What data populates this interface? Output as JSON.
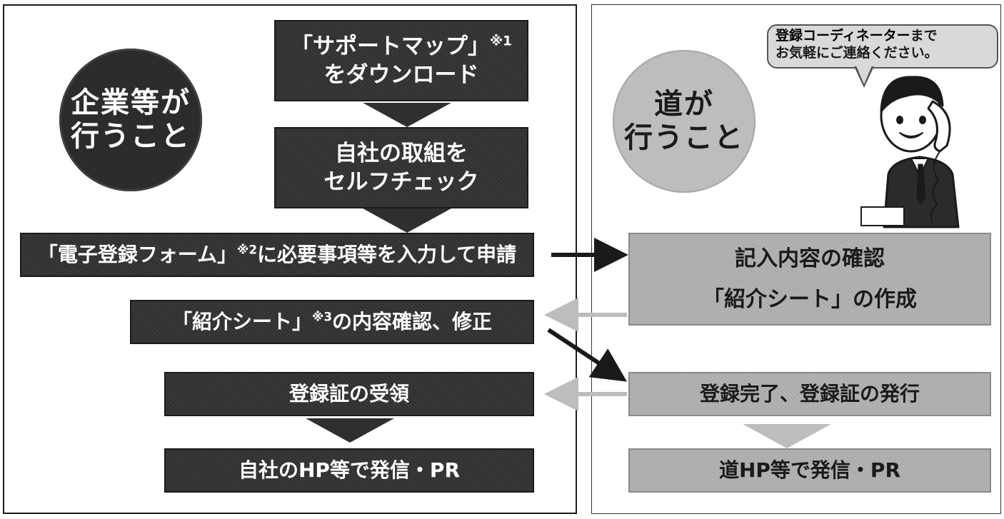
{
  "company": {
    "circle_line1": "企業等が",
    "circle_line2": "行うこと",
    "step1_line1": "「サポートマップ」",
    "step1_note": "※1",
    "step1_line2": "をダウンロード",
    "step2_line1": "自社の取組を",
    "step2_line2": "セルフチェック",
    "step3_prefix": "「電子登録フォーム」",
    "step3_note": "※2",
    "step3_suffix": "に必要事項等を入力して申請",
    "step4_prefix": "「紹介シート」",
    "step4_note": "※3",
    "step4_suffix": "の内容確認、修正",
    "step5": "登録証の受領",
    "step6": "自社のHP等で発信・PR"
  },
  "gov": {
    "circle_line1": "道が",
    "circle_line2": "行うこと",
    "step1_line1": "記入内容の確認",
    "step1_line2": "「紹介シート」の作成",
    "step2": "登録完了、登録証の発行",
    "step3": "道HP等で発信・PR"
  },
  "bubble": {
    "highlight": "登録コーディネーター",
    "line1_rest": "まで",
    "line2": "お気軽にご連絡ください。"
  },
  "colors": {
    "dark_box": "#2f2f2f",
    "light_box": "#b4b4b4",
    "light_circle": "#bdbdbd"
  },
  "icons": {
    "operator": "person-on-phone-icon"
  }
}
